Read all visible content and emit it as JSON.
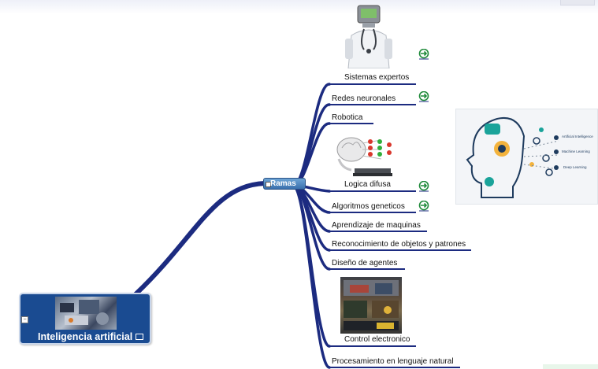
{
  "root": {
    "label": "Inteligencia artificial"
  },
  "hub": {
    "label": "Ramas"
  },
  "branches": [
    {
      "label": "Sistemas expertos",
      "has_link": true,
      "has_image": true
    },
    {
      "label": "Redes neuronales",
      "has_link": true,
      "has_image": false
    },
    {
      "label": "Robotica",
      "has_link": false,
      "has_image": false
    },
    {
      "label": "Logica difusa",
      "has_link": true,
      "has_image": true
    },
    {
      "label": "Algoritmos geneticos",
      "has_link": true,
      "has_image": false
    },
    {
      "label": "Aprendizaje de maquinas",
      "has_link": false,
      "has_image": false
    },
    {
      "label": "Reconocimiento de objetos y patrones",
      "has_link": false,
      "has_image": false
    },
    {
      "label": "Diseño de agentes",
      "has_link": false,
      "has_image": false
    },
    {
      "label": "Control electronico",
      "has_link": false,
      "has_image": true
    },
    {
      "label": "Procesamiento en lenguaje natural",
      "has_link": false,
      "has_image": false
    }
  ],
  "ai_image": {
    "captions": [
      "Artificial Intelligence",
      "Machine Learning",
      "Deep Learning"
    ]
  },
  "colors": {
    "wire": "#1c2b80",
    "root_fill": "#1a4b91",
    "hub_fill": "#4a82bf",
    "link_icon": "#1f8a3a"
  }
}
